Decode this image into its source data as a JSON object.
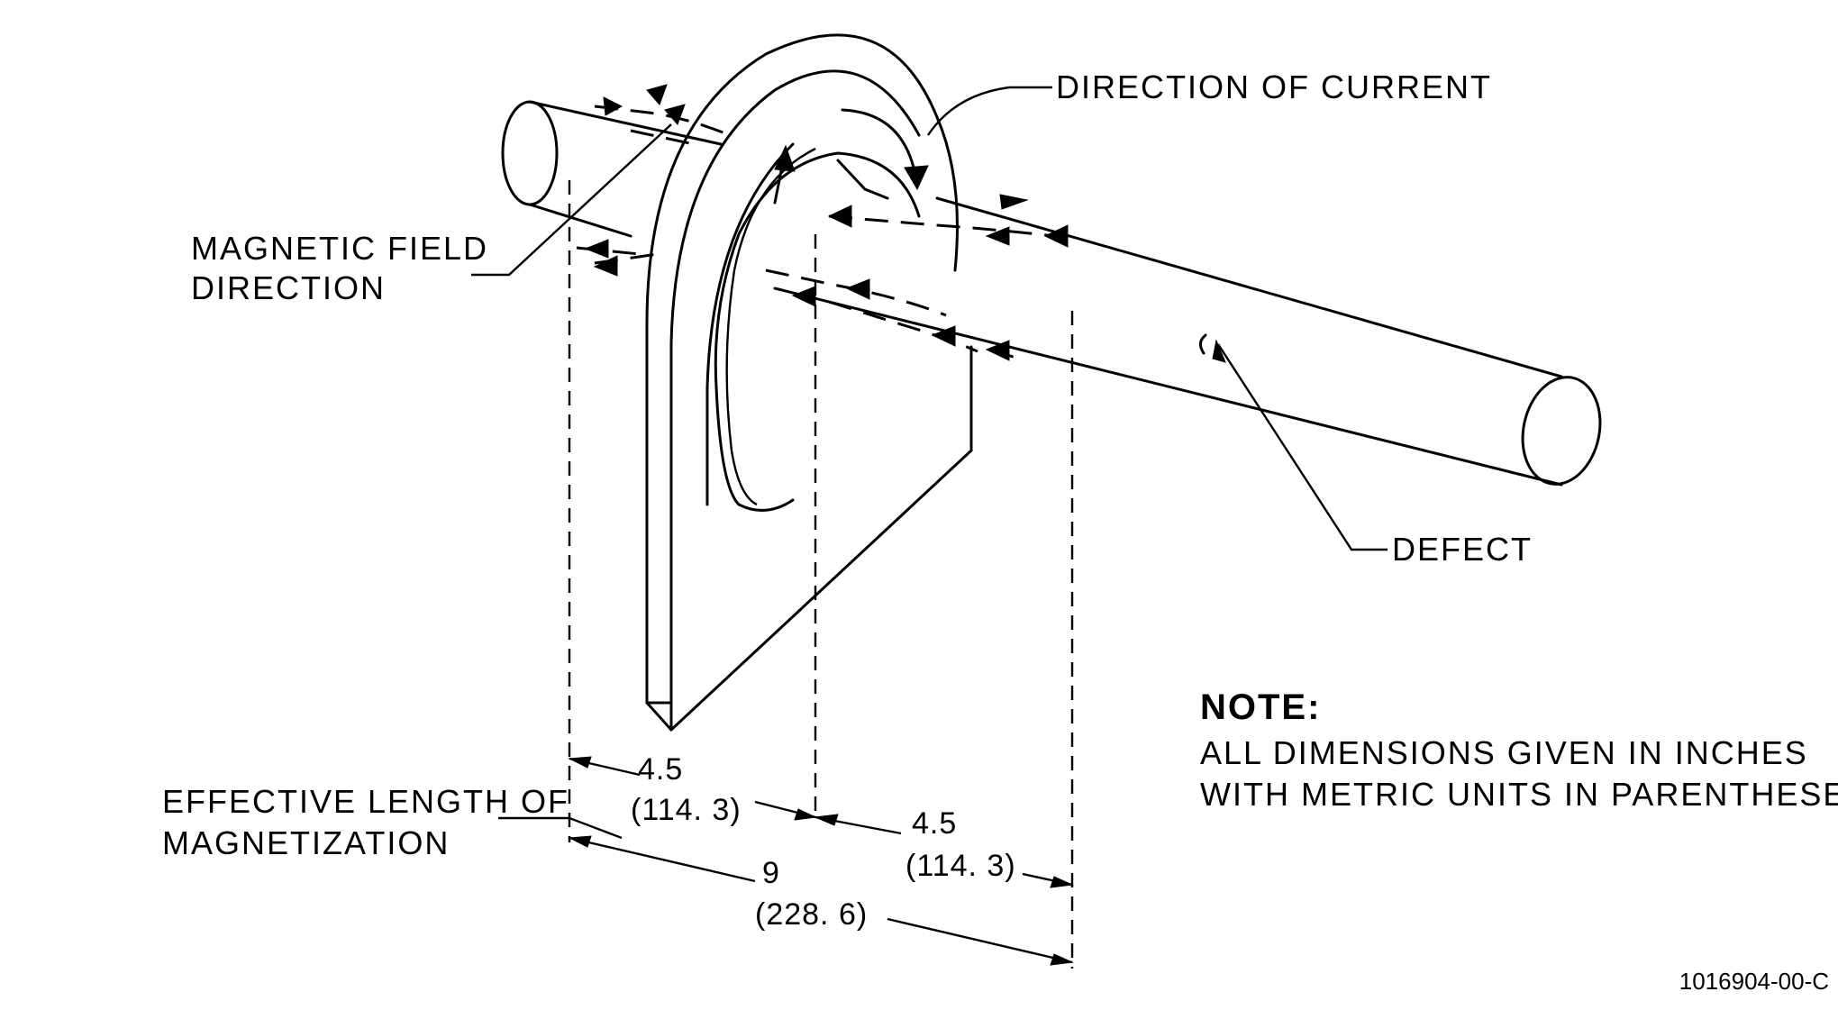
{
  "labels": {
    "direction_of_current": "DIRECTION OF CURRENT",
    "magnetic_field_line1": "MAGNETIC FIELD",
    "magnetic_field_line2": "DIRECTION",
    "defect": "DEFECT",
    "effective_length_line1": "EFFECTIVE LENGTH OF",
    "effective_length_line2": "MAGNETIZATION"
  },
  "dimensions": {
    "left_half_in": "4.5",
    "left_half_mm": "(114. 3)",
    "right_half_in": "4.5",
    "right_half_mm": "(114. 3)",
    "total_in": "9",
    "total_mm": "(228. 6)"
  },
  "note": {
    "heading": "NOTE:",
    "line1": "ALL DIMENSIONS GIVEN IN INCHES",
    "line2": "WITH METRIC UNITS IN PARENTHESES."
  },
  "figure_code": "1016904-00-C"
}
